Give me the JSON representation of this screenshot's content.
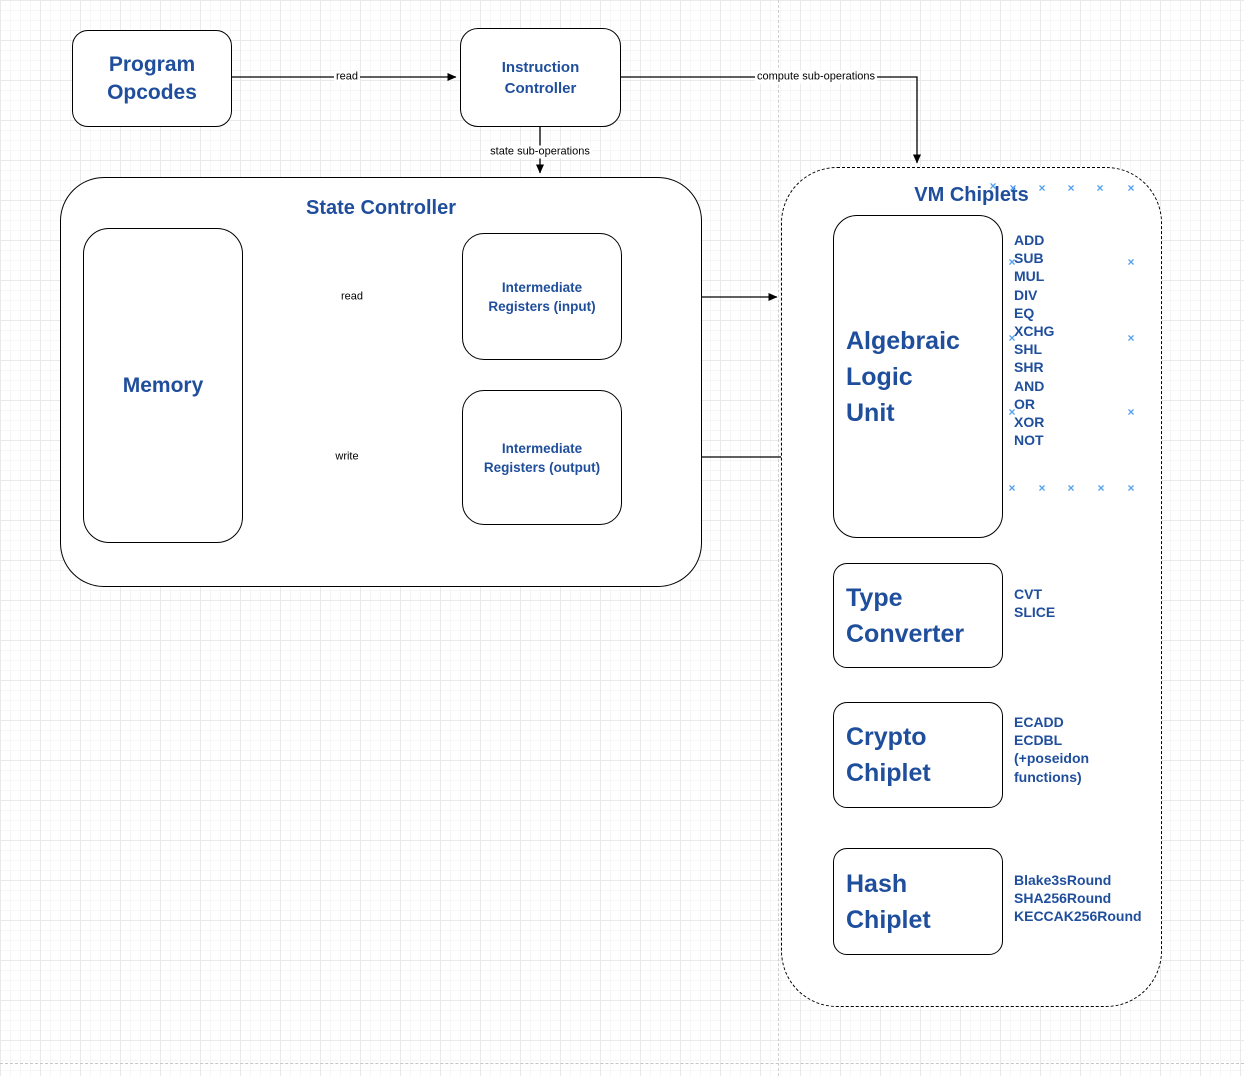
{
  "colors": {
    "node_text_blue": "#1f4e9c",
    "edge_black": "#000000",
    "x_mark_blue": "#55a1ee",
    "canvas_white": "#ffffff",
    "grid_gray": "#e9e9e9"
  },
  "nodes": {
    "program_opcodes": {
      "lines": [
        "Program",
        "Opcodes"
      ]
    },
    "instruction_controller": {
      "lines": [
        "Instruction",
        "Controller"
      ]
    },
    "state_controller": {
      "title": "State Controller"
    },
    "memory": {
      "label": "Memory"
    },
    "reg_input": {
      "lines": [
        "Intermediate",
        "Registers (input)"
      ]
    },
    "reg_output": {
      "lines": [
        "Intermediate",
        "Registers (output)"
      ]
    },
    "vm_chiplets": {
      "title": "VM Chiplets"
    },
    "alu": {
      "lines": [
        "Algebraic",
        "Logic",
        "Unit"
      ],
      "ops": [
        "ADD",
        "SUB",
        "MUL",
        "DIV",
        "EQ",
        "XCHG",
        "SHL",
        "SHR",
        "AND",
        "OR",
        "XOR",
        "NOT"
      ]
    },
    "type_converter": {
      "lines": [
        "Type",
        "Converter"
      ],
      "ops": [
        "CVT",
        "SLICE"
      ]
    },
    "crypto_chiplet": {
      "lines": [
        "Crypto",
        "Chiplet"
      ],
      "ops": [
        "ECADD",
        "ECDBL",
        "(+poseidon",
        "functions)"
      ]
    },
    "hash_chiplet": {
      "lines": [
        "Hash",
        "Chiplet"
      ],
      "ops": [
        "Blake3sRound",
        "SHA256Round",
        "KECCAK256Round"
      ]
    }
  },
  "edges": {
    "read_opcodes": {
      "label": "read"
    },
    "compute_sub_operations": {
      "label": "compute sub-operations"
    },
    "state_sub_operations": {
      "label": "state sub-operations"
    },
    "read_memory": {
      "label": "read"
    },
    "write_memory": {
      "label": "write"
    }
  },
  "decorations": {
    "x_mark": "×"
  }
}
